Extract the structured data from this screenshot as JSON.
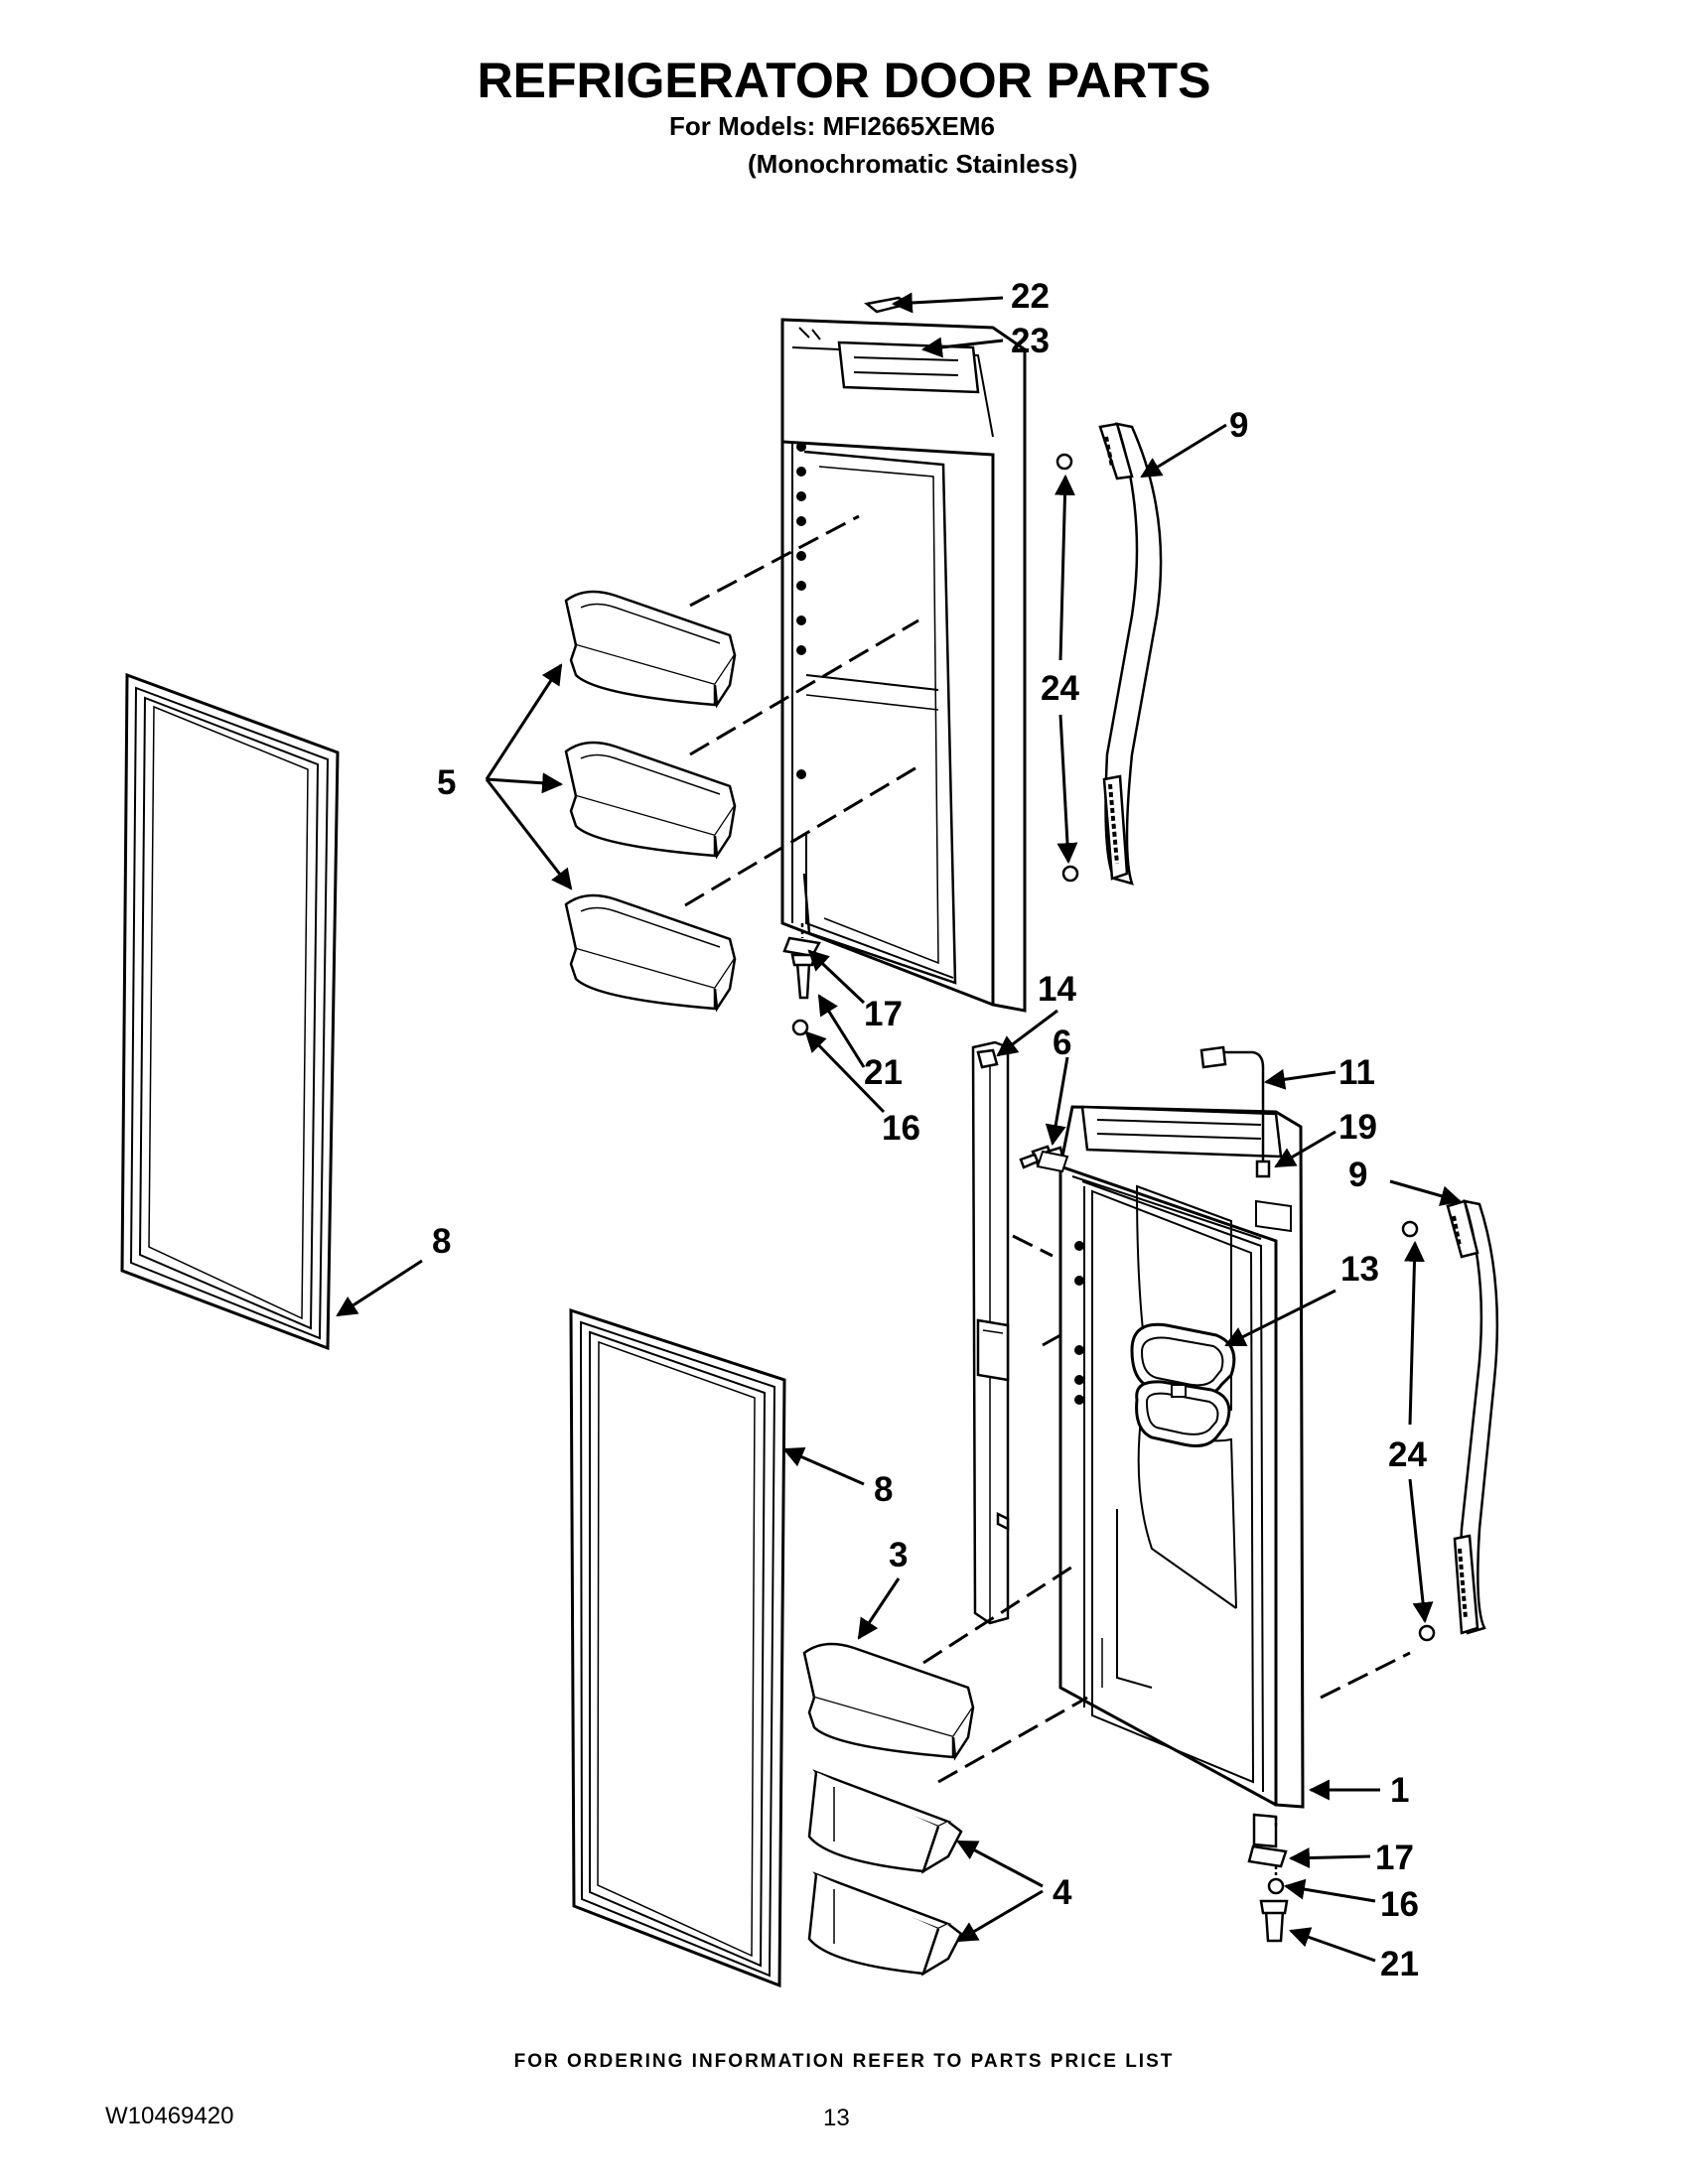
{
  "header": {
    "title": "REFRIGERATOR DOOR PARTS",
    "models": "For Models: MFI2665XEM6",
    "variant": "(Monochromatic Stainless)"
  },
  "footer": {
    "note": "FOR ORDERING INFORMATION REFER TO PARTS PRICE LIST",
    "doc_number": "W10469420",
    "page": "13"
  },
  "callouts": {
    "p22": "22",
    "p23": "23",
    "p9a": "9",
    "p24a": "24",
    "p5": "5",
    "p17a": "17",
    "p21a": "21",
    "p16a": "16",
    "p14": "14",
    "p6": "6",
    "p11": "11",
    "p19": "19",
    "p9b": "9",
    "p8a": "8",
    "p13": "13",
    "p24b": "24",
    "p8b": "8",
    "p3": "3",
    "p1": "1",
    "p17b": "17",
    "p4": "4",
    "p16b": "16",
    "p21b": "21"
  },
  "colors": {
    "ink": "#000000",
    "paper": "#ffffff"
  }
}
